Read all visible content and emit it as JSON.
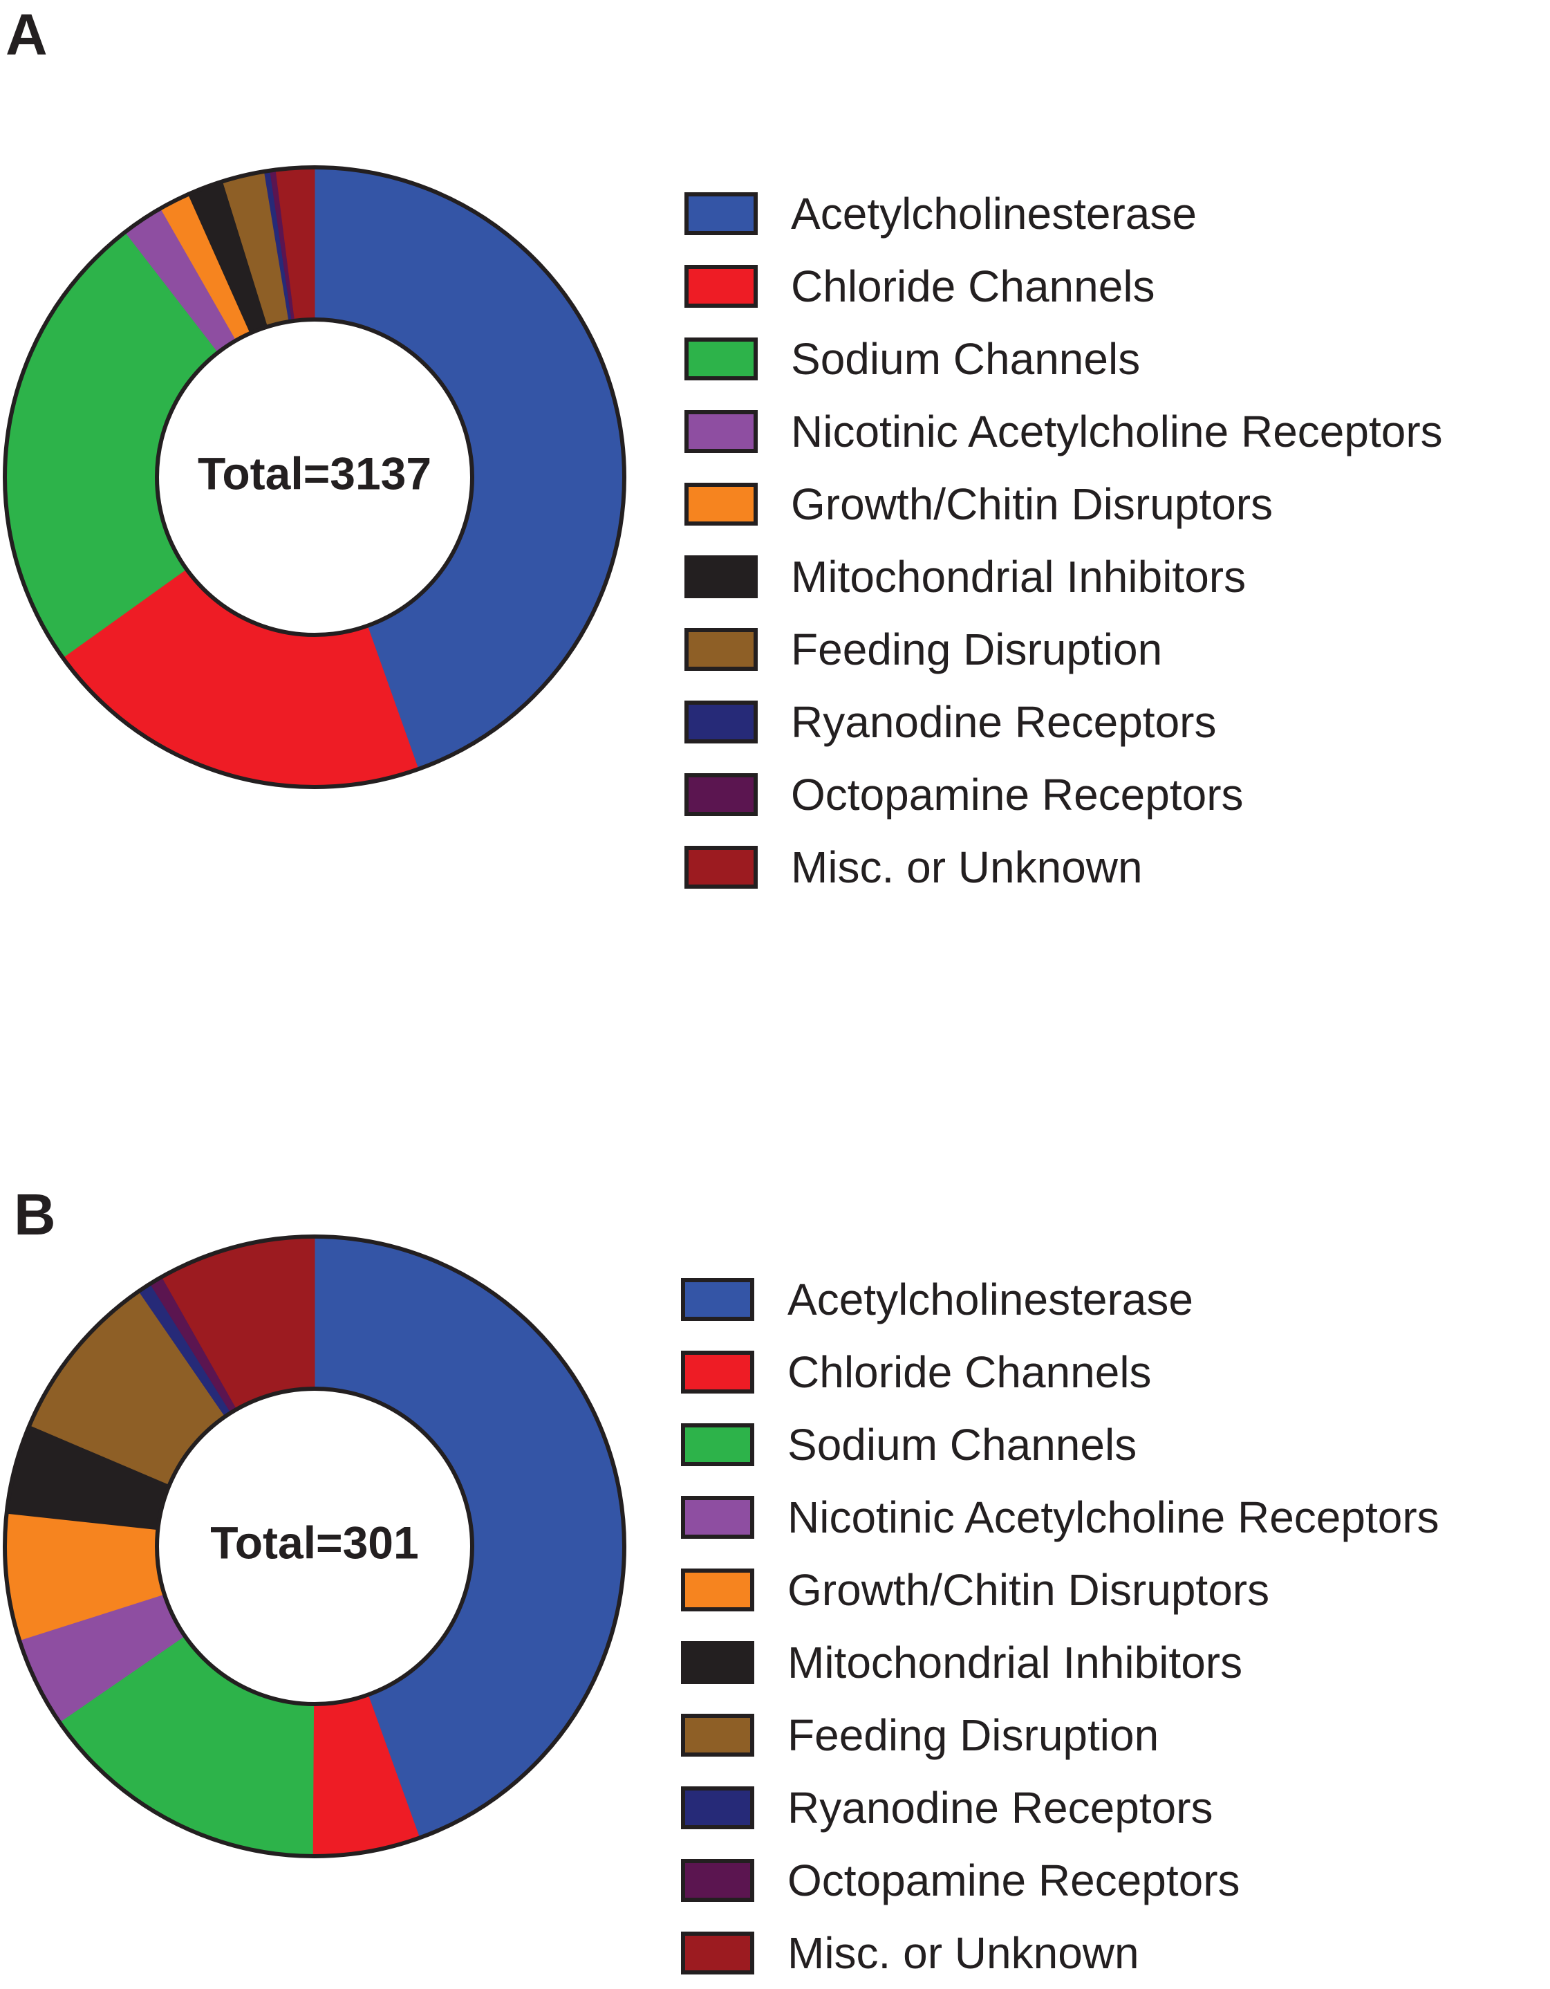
{
  "chart_data": [
    {
      "type": "pie",
      "panel_label": "A",
      "center_label": "Total=3137",
      "categories": [
        "Acetylcholinesterase",
        "Chloride Channels",
        "Sodium Channels",
        "Nicotinic Acetylcholine Receptors",
        "Growth/Chitin Disruptors",
        "Mitochondrial Inhibitors",
        "Feeding Disruption",
        "Ryanodine Receptors",
        "Octopamine Receptors",
        "Misc. or Unknown"
      ],
      "values": [
        44.7,
        20.6,
        24.5,
        2.2,
        1.6,
        1.9,
        2.2,
        0.3,
        0.3,
        2.0
      ],
      "colors": [
        "#3455a6",
        "#ee1c25",
        "#2db34a",
        "#8e4ea1",
        "#f6841f",
        "#231f20",
        "#8e5f26",
        "#262a78",
        "#5b1550",
        "#9c1b20"
      ],
      "legend": "right"
    },
    {
      "type": "pie",
      "panel_label": "B",
      "center_label": "Total=301",
      "categories": [
        "Acetylcholinesterase",
        "Chloride Channels",
        "Sodium Channels",
        "Nicotinic Acetylcholine Receptors",
        "Growth/Chitin Disruptors",
        "Mitochondrial Inhibitors",
        "Feeding Disruption",
        "Ryanodine Receptors",
        "Octopamine Receptors",
        "Misc. or Unknown"
      ],
      "values": [
        44.5,
        5.6,
        15.3,
        4.7,
        6.6,
        4.7,
        9.0,
        0.7,
        0.7,
        8.2
      ],
      "colors": [
        "#3455a6",
        "#ee1c25",
        "#2db34a",
        "#8e4ea1",
        "#f6841f",
        "#231f20",
        "#8e5f26",
        "#262a78",
        "#5b1550",
        "#9c1b20"
      ],
      "legend": "right"
    }
  ]
}
